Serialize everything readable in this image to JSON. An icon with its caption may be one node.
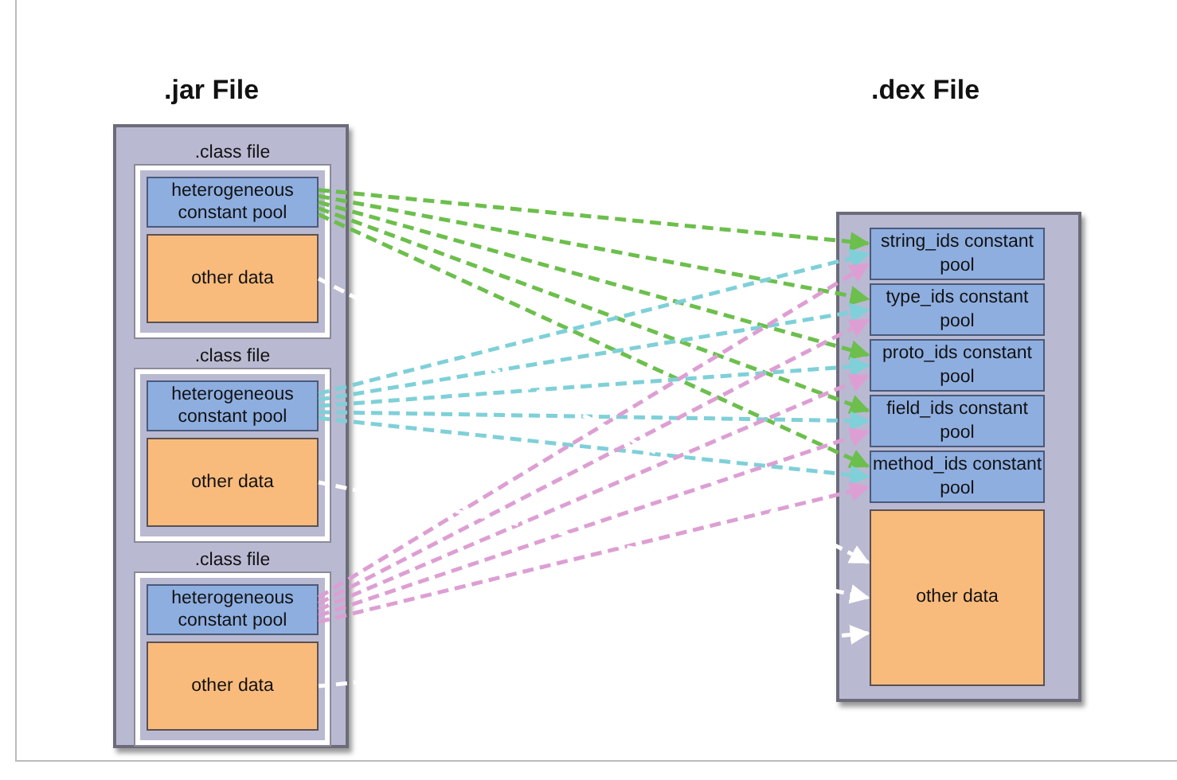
{
  "diagram": {
    "nodes": [
      {
        "text": [
          ".jar File"
        ]
      },
      {
        "text": [
          ".class file"
        ],
        "in": 0
      },
      {
        "text": [
          "heterogeneous constant pool"
        ],
        "in": 1
      },
      {
        "text": [
          "other data"
        ],
        "in": 1
      },
      {
        "text": [
          ".class file"
        ],
        "in": 0
      },
      {
        "text": [
          "heterogeneous constant pool"
        ],
        "in": 4
      },
      {
        "text": [
          "other data"
        ],
        "in": 4
      },
      {
        "text": [
          ".class file"
        ],
        "in": 0
      },
      {
        "text": [
          "heterogeneous constant pool"
        ],
        "in": 7
      },
      {
        "text": [
          "other data"
        ],
        "in": 7
      },
      {
        "text": [
          ".dex File"
        ]
      },
      {
        "text": [
          "string_ids constant pool"
        ],
        "in": 10
      },
      {
        "text": [
          "type_ids constant pool"
        ],
        "in": 10
      },
      {
        "text": [
          "proto_ids constant pool"
        ],
        "in": 10
      },
      {
        "text": [
          "field_ids constant pool"
        ],
        "in": 10
      },
      {
        "text": [
          "method_ids constant pool"
        ],
        "in": 10
      },
      {
        "text": [
          "other data"
        ],
        "in": 10
      }
    ],
    "edges": [
      {
        "from": 2,
        "to": 11,
        "arrow": "to",
        "style": "dashed",
        "color": "#6cbf4c"
      },
      {
        "from": 2,
        "to": 12,
        "arrow": "to",
        "style": "dashed",
        "color": "#6cbf4c"
      },
      {
        "from": 2,
        "to": 13,
        "arrow": "to",
        "style": "dashed",
        "color": "#6cbf4c"
      },
      {
        "from": 2,
        "to": 14,
        "arrow": "to",
        "style": "dashed",
        "color": "#6cbf4c"
      },
      {
        "from": 2,
        "to": 15,
        "arrow": "to",
        "style": "dashed",
        "color": "#6cbf4c"
      },
      {
        "from": 5,
        "to": 11,
        "arrow": "to",
        "style": "dashed",
        "color": "#7fd0d8"
      },
      {
        "from": 5,
        "to": 12,
        "arrow": "to",
        "style": "dashed",
        "color": "#7fd0d8"
      },
      {
        "from": 5,
        "to": 13,
        "arrow": "to",
        "style": "dashed",
        "color": "#7fd0d8"
      },
      {
        "from": 5,
        "to": 14,
        "arrow": "to",
        "style": "dashed",
        "color": "#7fd0d8"
      },
      {
        "from": 5,
        "to": 15,
        "arrow": "to",
        "style": "dashed",
        "color": "#7fd0d8"
      },
      {
        "from": 8,
        "to": 11,
        "arrow": "to",
        "style": "dashed",
        "color": "#dd9fd3"
      },
      {
        "from": 8,
        "to": 12,
        "arrow": "to",
        "style": "dashed",
        "color": "#dd9fd3"
      },
      {
        "from": 8,
        "to": 13,
        "arrow": "to",
        "style": "dashed",
        "color": "#dd9fd3"
      },
      {
        "from": 8,
        "to": 14,
        "arrow": "to",
        "style": "dashed",
        "color": "#dd9fd3"
      },
      {
        "from": 8,
        "to": 15,
        "arrow": "to",
        "style": "dashed",
        "color": "#dd9fd3"
      },
      {
        "from": 3,
        "to": 16,
        "arrow": "to",
        "style": "dashed",
        "color": "#ffffff"
      },
      {
        "from": 6,
        "to": 16,
        "arrow": "to",
        "style": "dashed",
        "color": "#ffffff"
      },
      {
        "from": 9,
        "to": 16,
        "arrow": "to",
        "style": "dashed",
        "color": "#ffffff"
      }
    ]
  }
}
